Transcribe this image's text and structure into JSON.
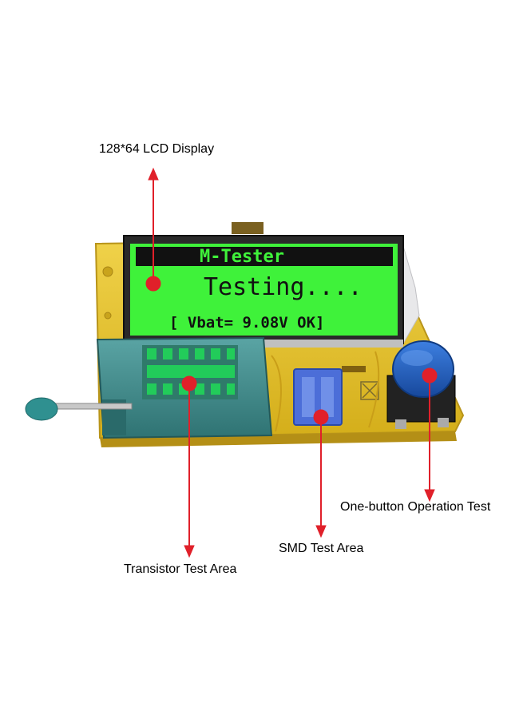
{
  "labels": {
    "lcd_display": "128*64 LCD Display",
    "transistor_area": "Transistor Test Area",
    "smd_area": "SMD Test Area",
    "one_button": "One-button Operation Test"
  },
  "lcd": {
    "title": "M-Tester",
    "status": "Testing....",
    "battery": "[ Vbat= 9.08V OK]"
  },
  "colors": {
    "pcb": "#e5c22a",
    "lcd_green": "#3ff23a",
    "socket": "#3f8c8c",
    "button_cap": "#1e5fc2",
    "marker": "#e0202a"
  }
}
